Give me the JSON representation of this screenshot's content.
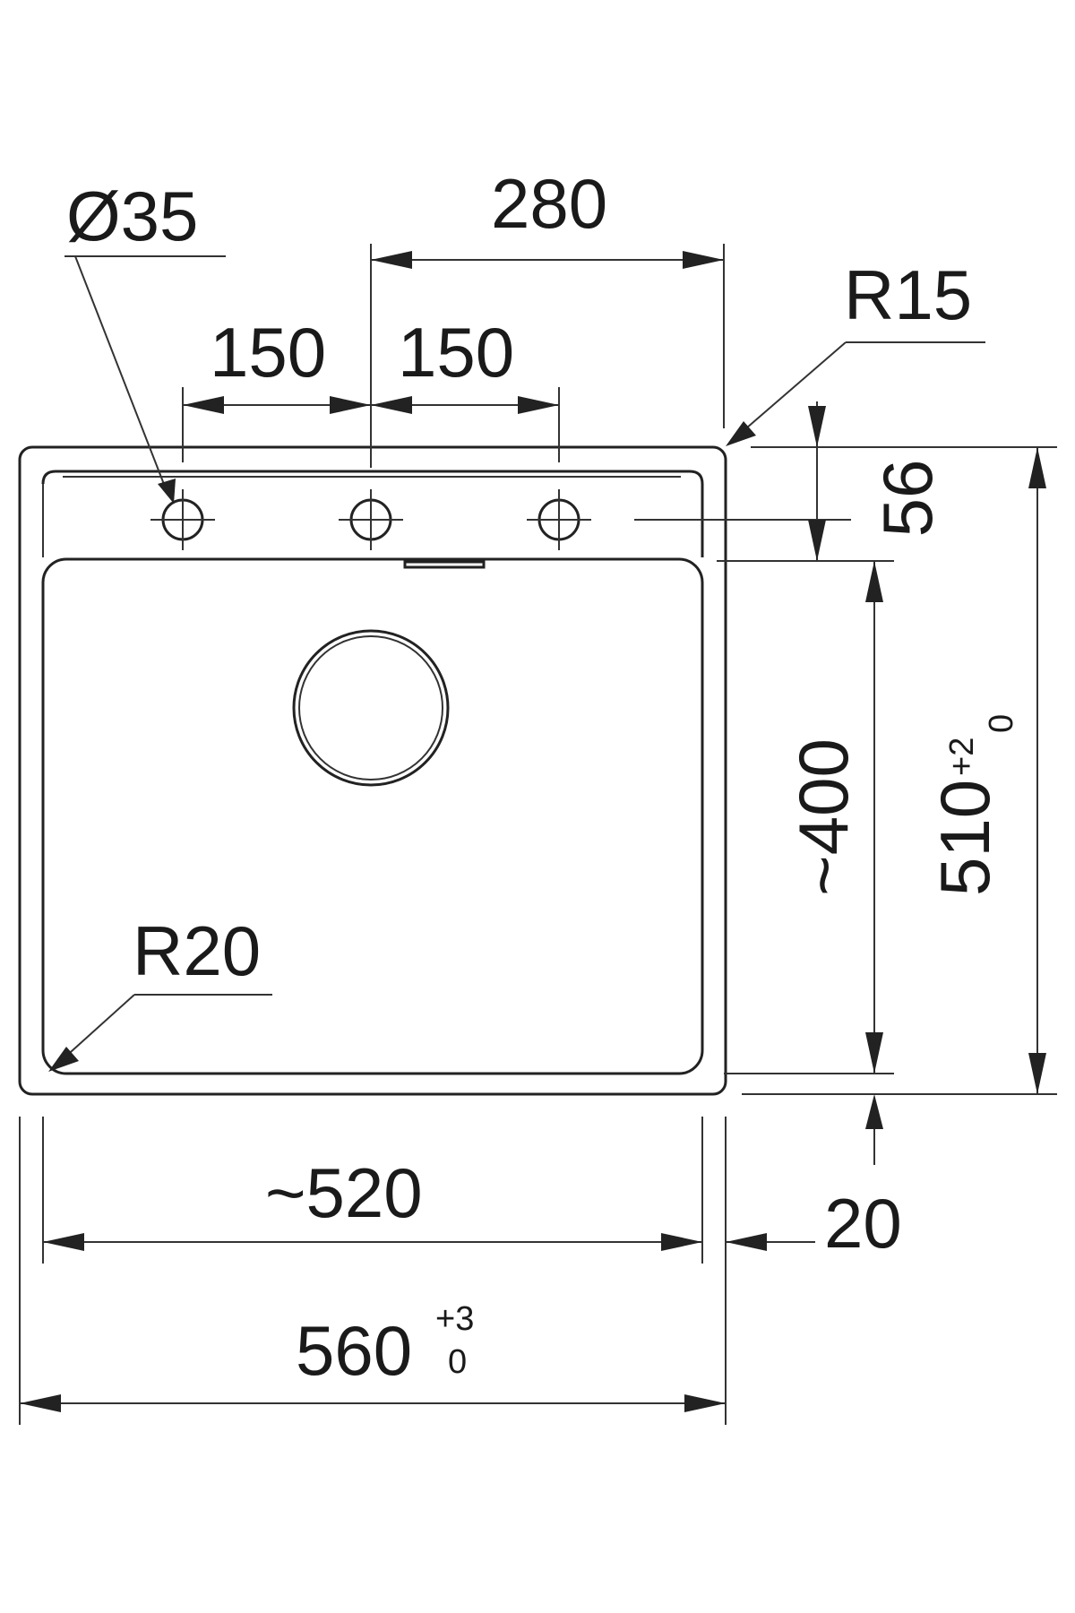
{
  "diagram": {
    "colors": {
      "line": "#222222",
      "background": "#ffffff"
    },
    "labels": {
      "tap_hole_diameter": "Ø35",
      "tap_hole_span": "280",
      "tap_spacing_left": "150",
      "tap_spacing_right": "150",
      "corner_radius_outer": "R15",
      "deck_depth": "56",
      "bowl_depth": "~400",
      "overall_depth": "510",
      "overall_depth_tol_upper": "+2",
      "overall_depth_tol_lower": "0",
      "corner_radius_bowl": "R20",
      "bowl_width": "~520",
      "rim_offset": "20",
      "overall_width": "560",
      "overall_width_tol_upper": "+3",
      "overall_width_tol_lower": "0"
    }
  }
}
